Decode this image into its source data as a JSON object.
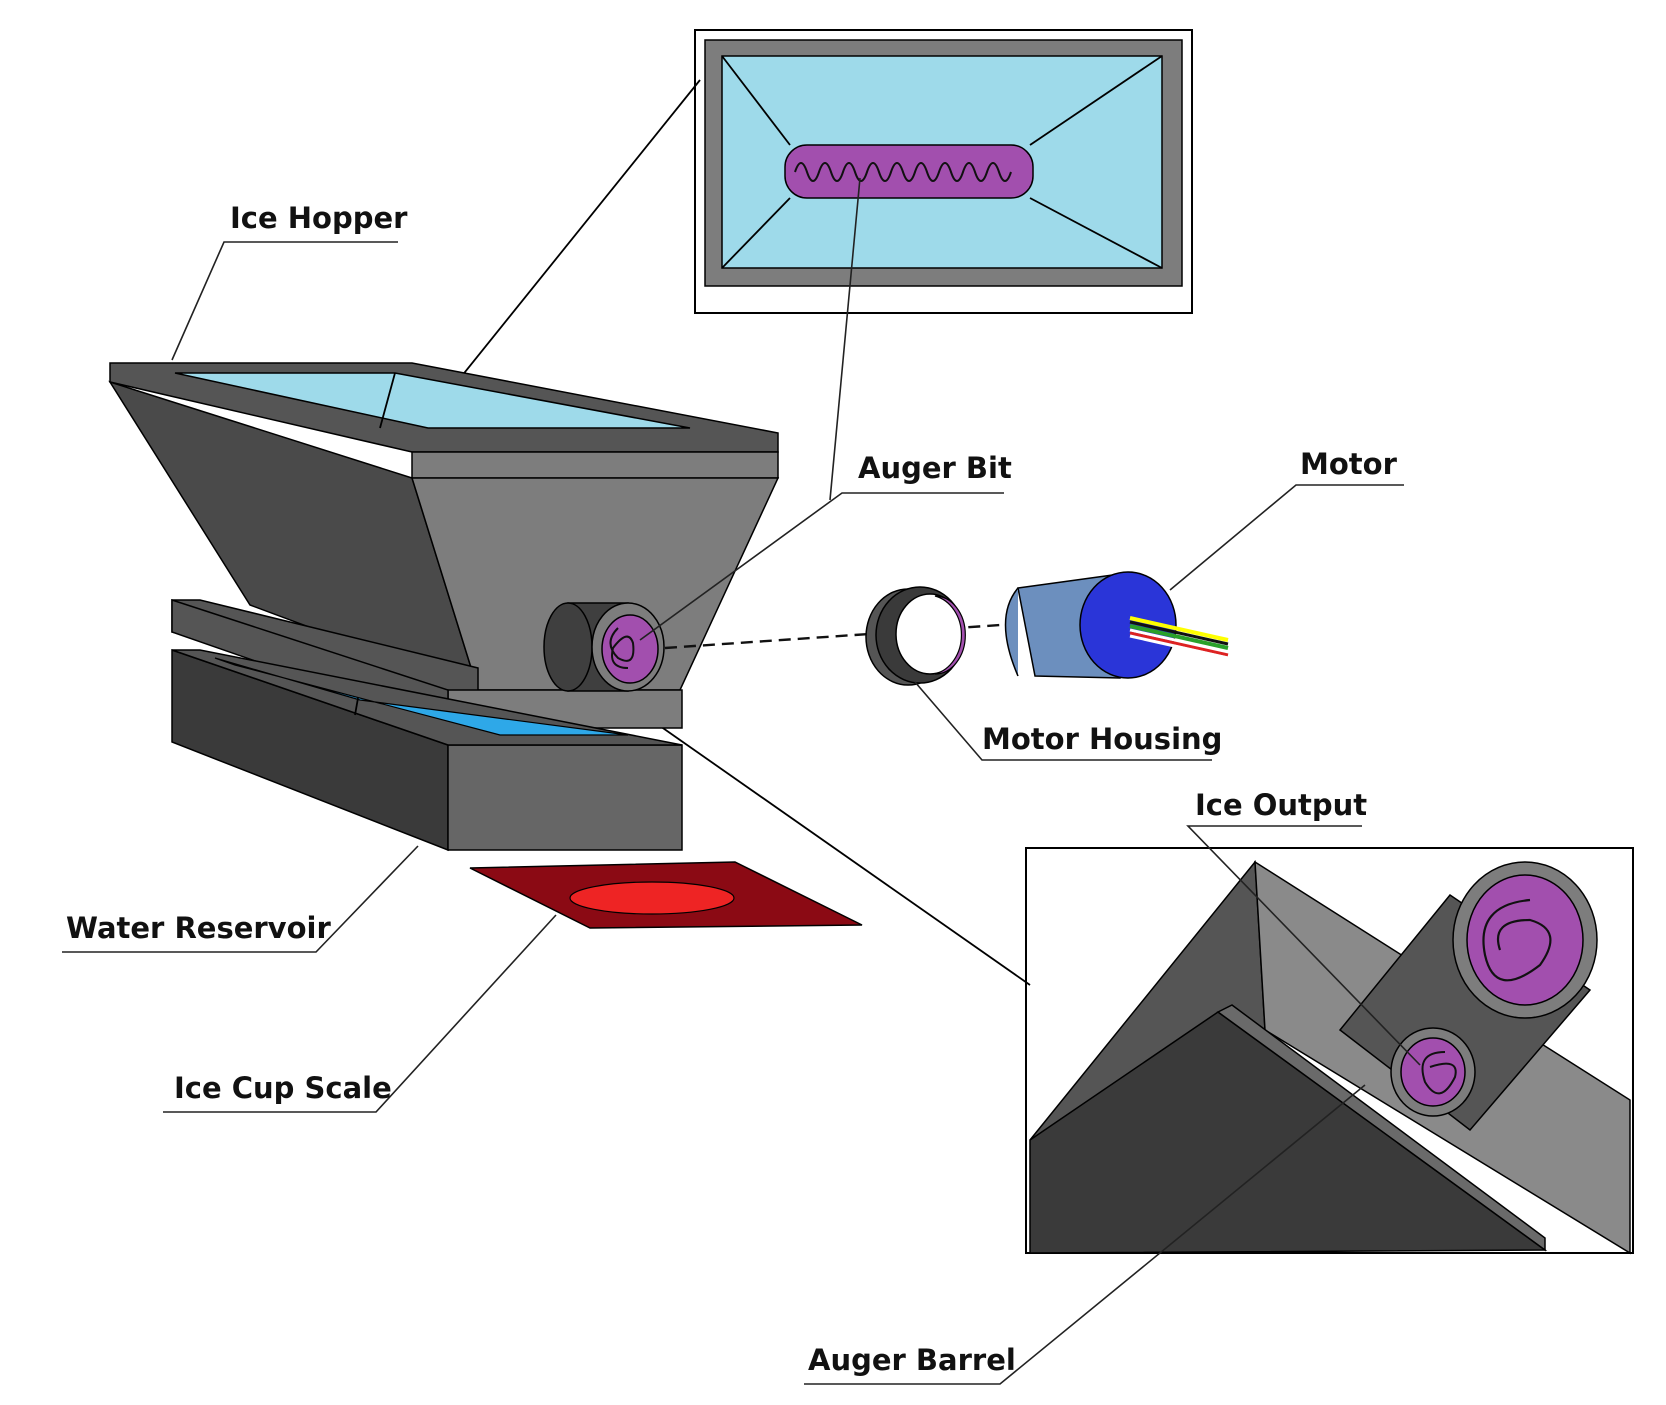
{
  "diagram": {
    "labels": {
      "ice_hopper": "Ice Hopper",
      "auger_bit": "Auger Bit",
      "motor": "Motor",
      "motor_housing": "Motor Housing",
      "ice_output": "Ice Output",
      "water_reservoir": "Water Reservoir",
      "ice_cup_scale": "Ice Cup Scale",
      "auger_barrel": "Auger Barrel"
    },
    "colors": {
      "metal_dark": "#555555",
      "metal_mid": "#7d7d7d",
      "metal_darkest": "#3a3a3a",
      "ice_blue": "#9edaea",
      "water_blue": "#2ea8e8",
      "auger_purple": "#a24fae",
      "scale_dark_red": "#8b0a14",
      "scale_red": "#ee2424",
      "motor_light_blue": "#6c8fbe",
      "motor_blue": "#2a35d8"
    }
  }
}
